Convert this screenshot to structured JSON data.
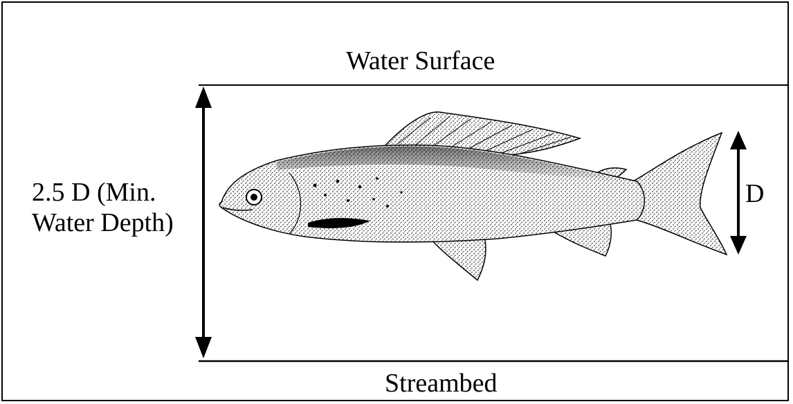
{
  "diagram": {
    "water_surface_label": "Water Surface",
    "streambed_label": "Streambed",
    "min_depth_label": "2.5 D (Min. Water Depth)",
    "fish_depth_label": "D",
    "fish_icon": "grayling-fish-icon",
    "line_color": "#000000"
  }
}
